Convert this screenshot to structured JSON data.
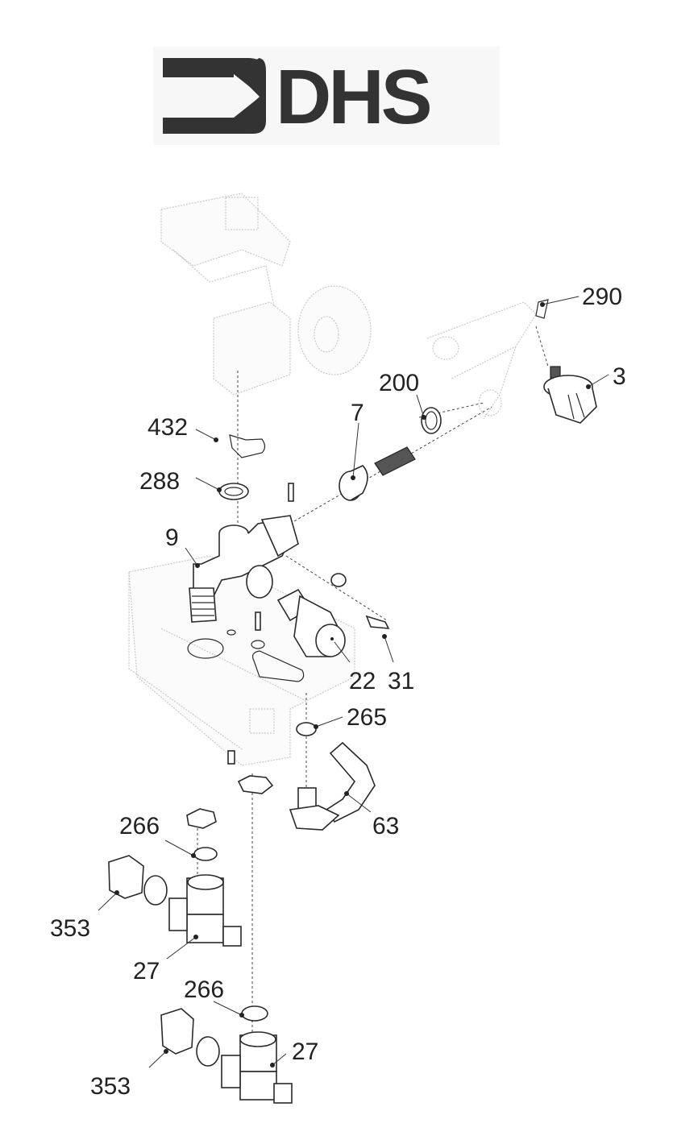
{
  "logo": {
    "text": "DHS",
    "icon": "arrow-bracket-icon"
  },
  "callouts": [
    {
      "id": "290",
      "label": "290",
      "part": "clip"
    },
    {
      "id": "3",
      "label": "3",
      "part": "pressure-switch"
    },
    {
      "id": "200",
      "label": "200",
      "part": "o-ring"
    },
    {
      "id": "7",
      "label": "7",
      "part": "cartridge"
    },
    {
      "id": "432",
      "label": "432",
      "part": "wire-clip"
    },
    {
      "id": "288",
      "label": "288",
      "part": "o-ring"
    },
    {
      "id": "9",
      "label": "9",
      "part": "hydraulic-block"
    },
    {
      "id": "22",
      "label": "22",
      "part": "safety-valve"
    },
    {
      "id": "31",
      "label": "31",
      "part": "drain-valve"
    },
    {
      "id": "265",
      "label": "265",
      "part": "gasket"
    },
    {
      "id": "63",
      "label": "63",
      "part": "bypass-pipe"
    },
    {
      "id": "266a",
      "label": "266",
      "part": "gasket"
    },
    {
      "id": "353a",
      "label": "353",
      "part": "nut"
    },
    {
      "id": "27a",
      "label": "27",
      "part": "isolation-valve"
    },
    {
      "id": "266b",
      "label": "266",
      "part": "gasket"
    },
    {
      "id": "27b",
      "label": "27",
      "part": "isolation-valve"
    },
    {
      "id": "353b",
      "label": "353",
      "part": "nut"
    }
  ]
}
